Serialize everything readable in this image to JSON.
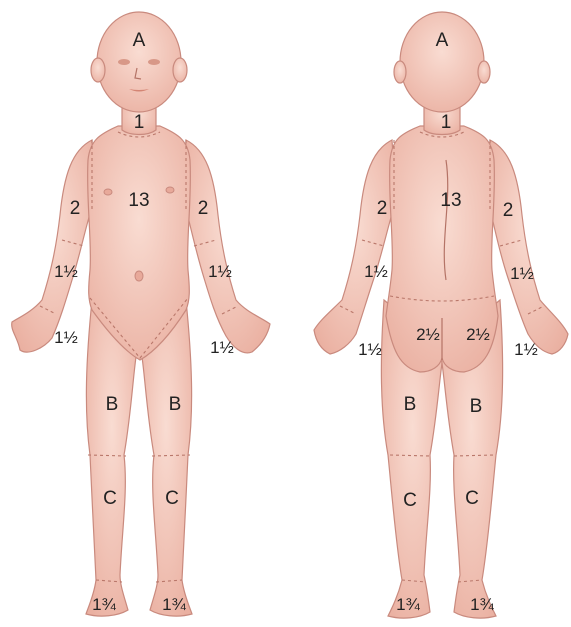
{
  "front": {
    "head": "A",
    "neck": "1",
    "trunk": "13",
    "upper_arm_left": "2",
    "upper_arm_right": "2",
    "forearm_left": "1½",
    "forearm_right": "1½",
    "hand_left": "1½",
    "hand_right": "1½",
    "thigh_left": "B",
    "thigh_right": "B",
    "leg_left": "C",
    "leg_right": "C",
    "foot_left": "1¾",
    "foot_right": "1¾"
  },
  "back": {
    "head": "A",
    "neck": "1",
    "trunk": "13",
    "upper_arm_left": "2",
    "upper_arm_right": "2",
    "forearm_left": "1½",
    "forearm_right": "1½",
    "hand_left": "1½",
    "hand_right": "1½",
    "buttock_left": "2½",
    "buttock_right": "2½",
    "thigh_left": "B",
    "thigh_right": "B",
    "leg_left": "C",
    "leg_right": "C",
    "foot_left": "1¾",
    "foot_right": "1¾"
  },
  "colors": {
    "skin_light": "#f7d3c8",
    "skin_mid": "#eeb3a4",
    "outline": "#c98a7e"
  }
}
